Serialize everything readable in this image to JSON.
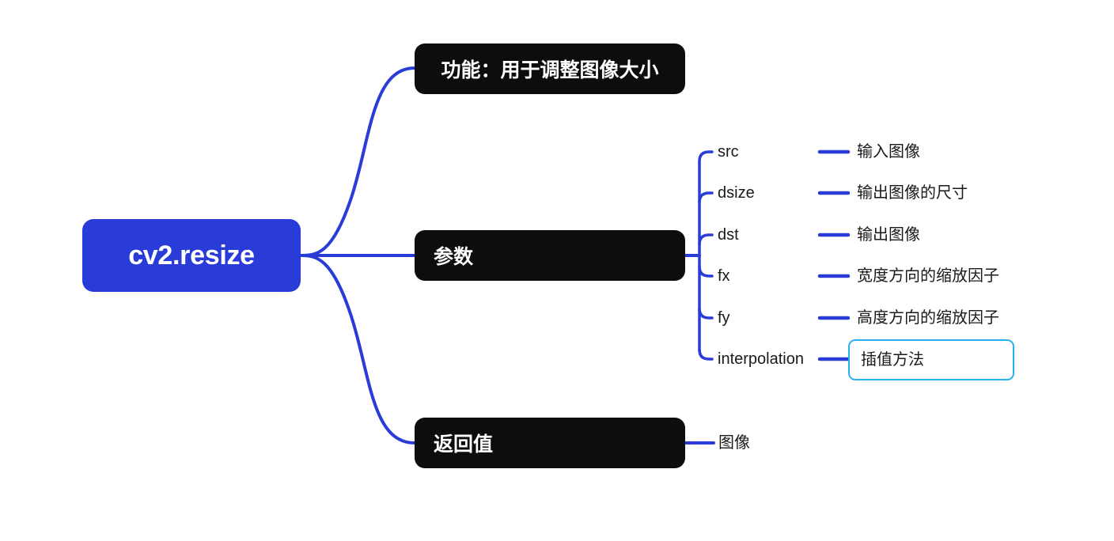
{
  "diagram": {
    "type": "mindmap",
    "background_color": "#ffffff",
    "accent_color": "#2a3cd8",
    "node_color": "#0d0d0d",
    "highlight_color": "#29b0f0",
    "root": {
      "label": "cv2.resize"
    },
    "branches": [
      {
        "id": "function",
        "label": "功能：用于调整图像大小",
        "align": "center"
      },
      {
        "id": "parameters",
        "label": "参数",
        "align": "left",
        "children": [
          {
            "name": "src",
            "description": "输入图像"
          },
          {
            "name": "dsize",
            "description": "输出图像的尺寸"
          },
          {
            "name": "dst",
            "description": "输出图像"
          },
          {
            "name": "fx",
            "description": "宽度方向的缩放因子"
          },
          {
            "name": "fy",
            "description": "高度方向的缩放因子"
          },
          {
            "name": "interpolation",
            "description": "插值方法",
            "highlighted": true
          }
        ]
      },
      {
        "id": "return",
        "label": "返回值",
        "align": "left",
        "children": [
          {
            "name": "图像"
          }
        ]
      }
    ]
  }
}
